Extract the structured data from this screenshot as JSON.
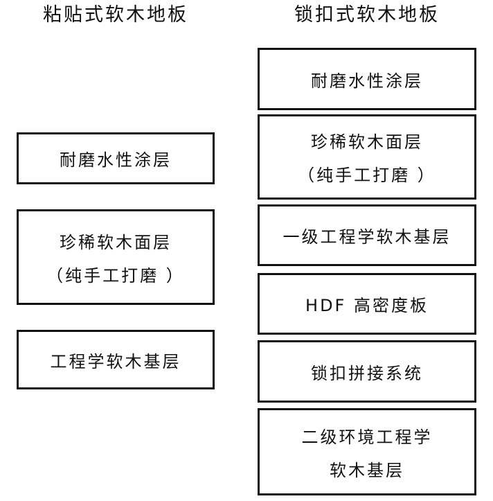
{
  "columns": {
    "left": {
      "title": "粘贴式软木地板",
      "layers": [
        {
          "lines": [
            "耐磨水性涂层"
          ]
        },
        {
          "lines": [
            "珍稀软木面层",
            "（纯手工打磨 ）"
          ]
        },
        {
          "lines": [
            "工程学软木基层"
          ]
        }
      ]
    },
    "right": {
      "title": "锁扣式软木地板",
      "layers": [
        {
          "lines": [
            "耐磨水性涂层"
          ]
        },
        {
          "lines": [
            "珍稀软木面层",
            "（纯手工打磨 ）"
          ]
        },
        {
          "lines": [
            "一级工程学软木基层"
          ]
        },
        {
          "lines": [
            "HDF 高密度板"
          ]
        },
        {
          "lines": [
            "锁扣拼接系统"
          ]
        },
        {
          "lines": [
            "二级环境工程学",
            "软木基层"
          ]
        }
      ]
    }
  }
}
